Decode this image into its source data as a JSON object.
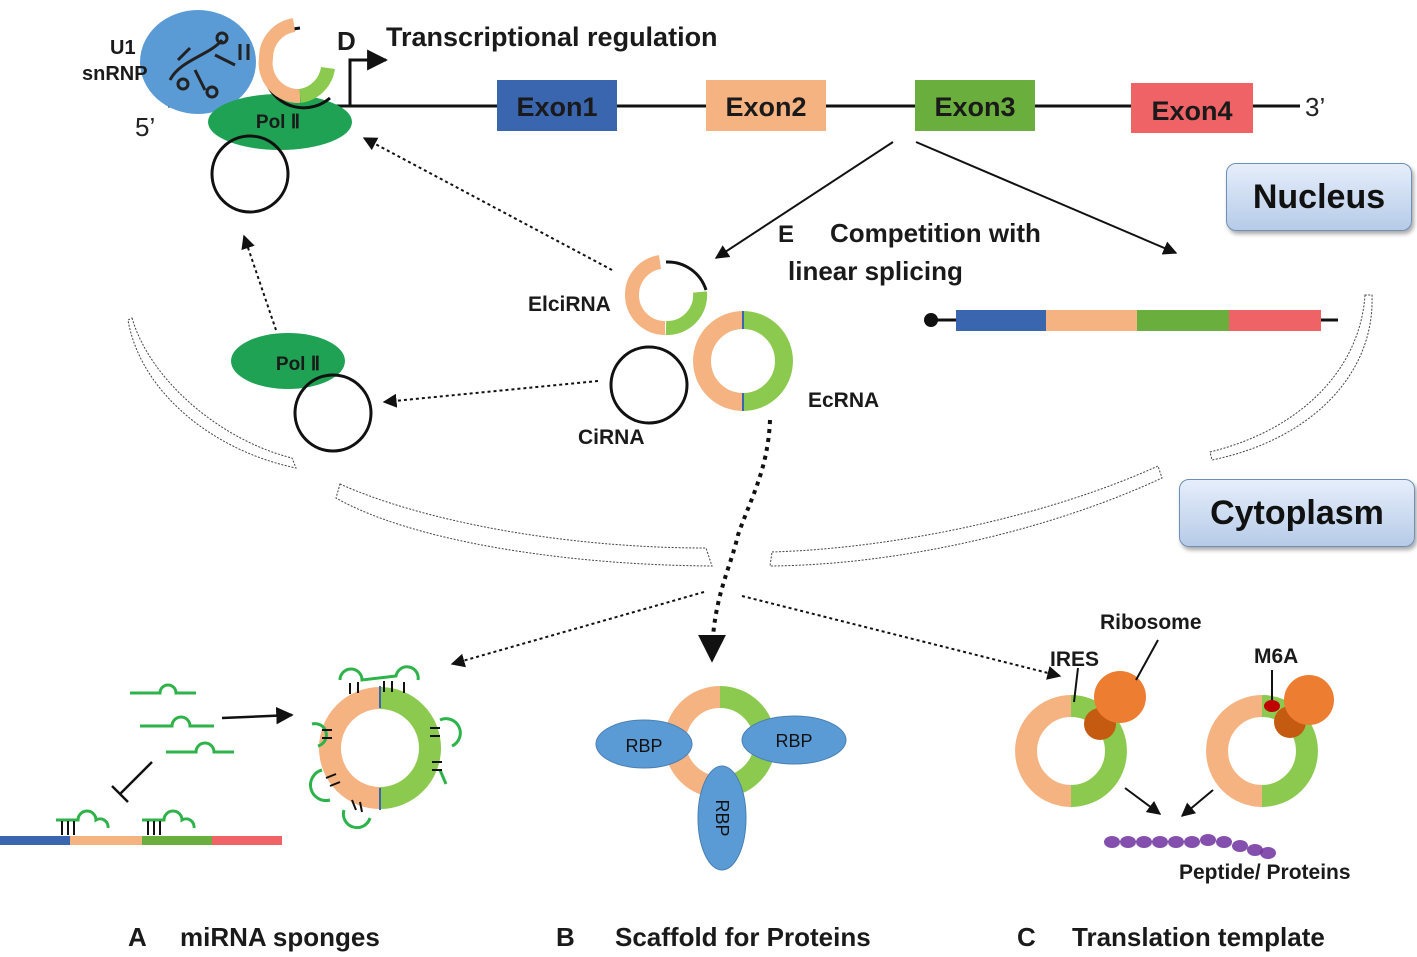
{
  "labels": {
    "u1": "U1",
    "snrnp": "snRNP",
    "d": "D",
    "transcriptional_regulation": "Transcriptional regulation",
    "five_prime": "5’",
    "three_prime": "3’",
    "pol2": "Pol Ⅱ",
    "exon1": "Exon1",
    "exon2": "Exon2",
    "exon3": "Exon3",
    "exon4": "Exon4",
    "e": "E",
    "competition_line1": "Competition with",
    "competition_line2": "linear splicing",
    "elcirna": "ElciRNA",
    "ecrna": "EcRNA",
    "cirna": "CiRNA",
    "rbp": "RBP",
    "ribosome": "Ribosome",
    "ires": "IRES",
    "m6a": "M6A",
    "peptide": "Peptide/ Proteins",
    "a": "A",
    "mirna_sponges": "miRNA sponges",
    "b": "B",
    "scaffold": "Scaffold for Proteins",
    "c": "C",
    "translation": "Translation template"
  },
  "compartments": {
    "nucleus": "Nucleus",
    "cytoplasm": "Cytoplasm"
  },
  "colors": {
    "exon1": "#3a66b0",
    "exon2": "#f6b382",
    "exon3": "#6aae3e",
    "exon4": "#ef6266",
    "circ_orange": "#f6b382",
    "circ_green": "#8cc94f",
    "pol2": "#1fa253",
    "rbp": "#5b9bd5",
    "ribosome": "#ed7d31",
    "peptide": "#7030a0"
  }
}
